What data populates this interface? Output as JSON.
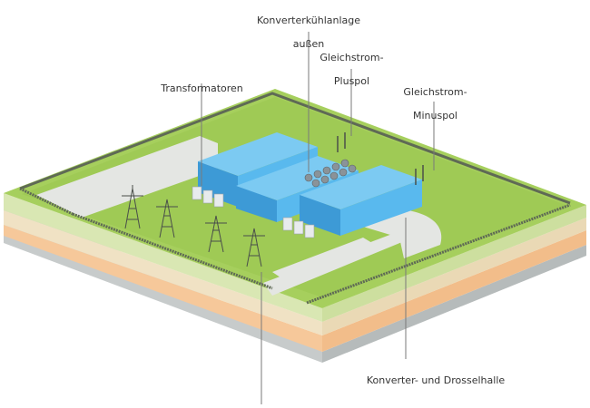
{
  "labels": {
    "cooling_line1": "Konverterkühlanlage",
    "cooling_line2": "außen",
    "dc_plus_line1": "Gleichstrom-",
    "dc_plus_line2": "Pluspol",
    "dc_minus_line1": "Gleichstrom-",
    "dc_minus_line2": "Minuspol",
    "transformers": "Transformatoren",
    "converter_hall": "Konverter- und Drosselhalle"
  },
  "colors": {
    "grass": "#a6cf5d",
    "grass_dark": "#8fbc47",
    "soil_light": "#d9e7b3",
    "soil_beige": "#f0e2c4",
    "soil_orange": "#f6c89a",
    "soil_gray": "#c7cbcb",
    "road": "#e4e6e3",
    "building": "#59b9ee",
    "building_dark": "#3d9ad6",
    "fence": "#5f6a55",
    "leader": "#7a7a7a"
  },
  "icons": [
    "pylon-icon",
    "transformer-icon",
    "cooler-icon",
    "fence-icon"
  ]
}
